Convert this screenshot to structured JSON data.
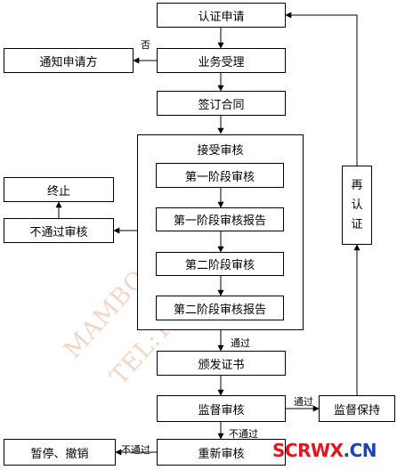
{
  "nodes": {
    "certification_application": "认证申请",
    "business_acceptance": "业务受理",
    "notify_applicant": "通知申请方",
    "sign_contract": "签订合同",
    "accept_review": "接受审核",
    "stage1_review": "第一阶段审核",
    "stage1_report": "第一阶段审核报告",
    "stage2_review": "第二阶段审核",
    "stage2_report": "第二阶段审核报告",
    "terminate": "终止",
    "failed_review": "不通过审核",
    "issue_certificate": "颁发证书",
    "supervision_review": "监督审核",
    "maintain_supervision": "监督保持",
    "re_review": "重新审核",
    "suspend_revoke": "暂停、撤销",
    "recertify": [
      "再",
      "认",
      "证"
    ]
  },
  "edge_labels": {
    "no": "否",
    "pass_1": "通过",
    "pass_2": "通过",
    "fail_1": "不通过",
    "fail_2": "不通过"
  },
  "watermark": {
    "line1": "MAMBOCERT",
    "line2": "TEL:15910230163",
    "color": "#f4cdb8"
  },
  "logo": {
    "part1": "SCRWX",
    "part2": ".CN",
    "color1": "#e4151f",
    "color2": "#1a43b8"
  }
}
